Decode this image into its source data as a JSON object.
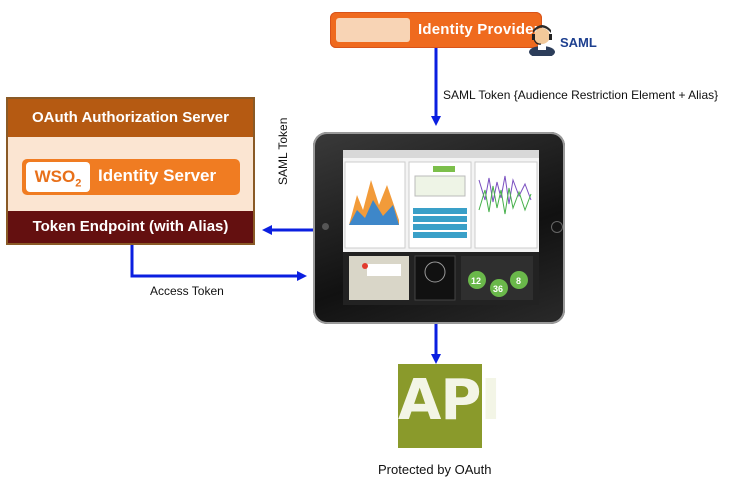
{
  "identity_provider": {
    "label": "Identity Provider",
    "icon": "person-icon"
  },
  "saml": {
    "label": "SAML"
  },
  "oauth_server": {
    "title": "OAuth Authorization Server",
    "logo_badge": "WSO",
    "logo_badge_sub": "2",
    "logo_name": "Identity Server",
    "token_endpoint": "Token Endpoint (with Alias)"
  },
  "labels": {
    "saml_token_restriction": "SAML Token {Audience Restriction Element + Alias}",
    "saml_token": "SAML Token",
    "access_token": "Access Token",
    "protected": "Protected by OAuth"
  },
  "api": {
    "label": "API"
  },
  "tablet": {
    "tiles": [
      "12",
      "36",
      "8"
    ]
  },
  "colors": {
    "arrow": "#0b1fe0",
    "idp": "#ef6a1e",
    "oauth_header": "#b55a12",
    "token_endpoint": "#641010",
    "api": "#8a9a2b"
  }
}
